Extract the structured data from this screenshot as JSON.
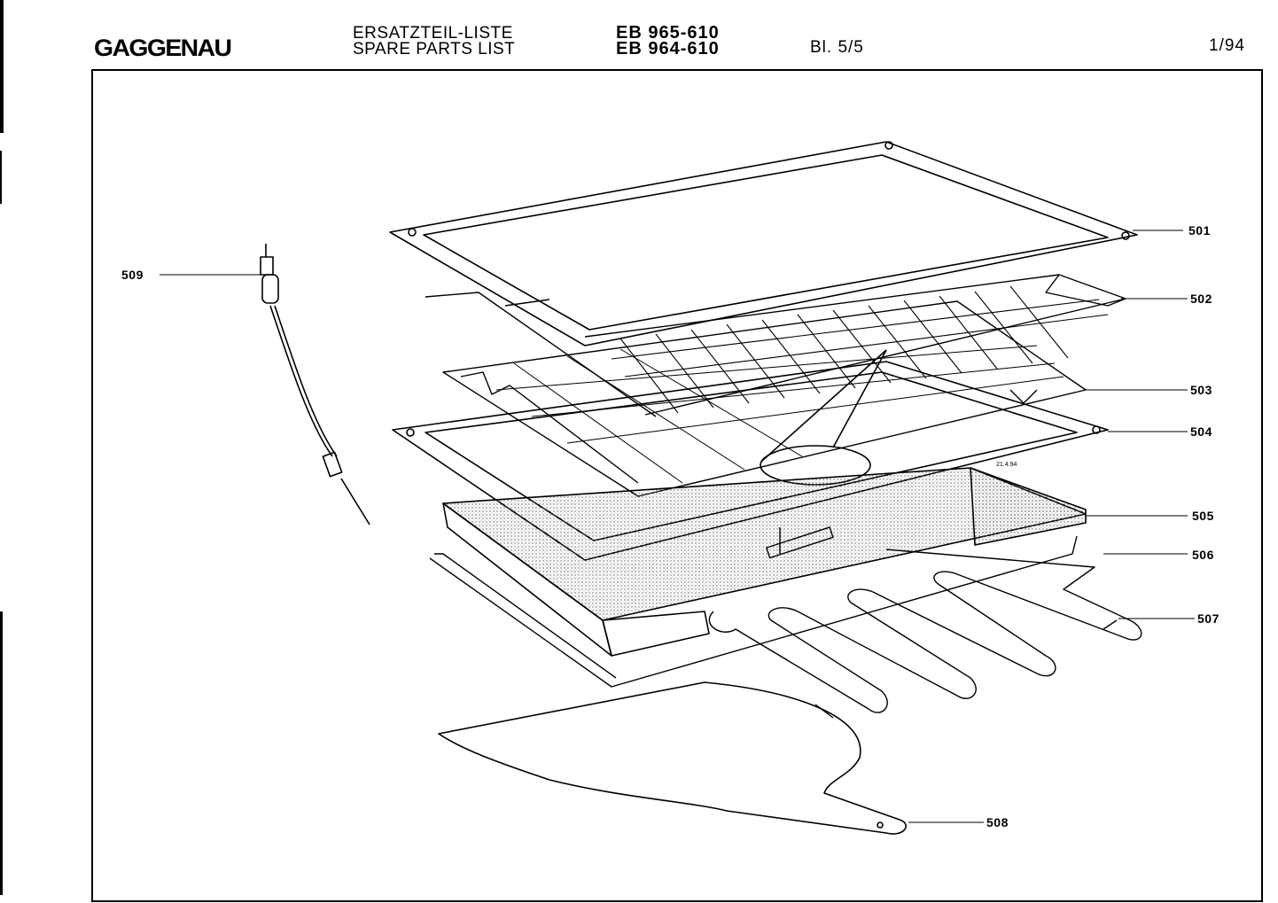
{
  "header": {
    "brand": "GAGGENAU",
    "title_de": "ERSATZTEIL-LISTE",
    "title_en": "SPARE PARTS LIST",
    "model_1": "EB 965-610",
    "model_2": "EB 964-610",
    "sheet": "Bl. 5/5",
    "date": "1/94"
  },
  "drawing": {
    "stamp_text": "21.4.94",
    "callouts": [
      "501",
      "502",
      "503",
      "504",
      "505",
      "506",
      "507",
      "508",
      "509"
    ]
  }
}
